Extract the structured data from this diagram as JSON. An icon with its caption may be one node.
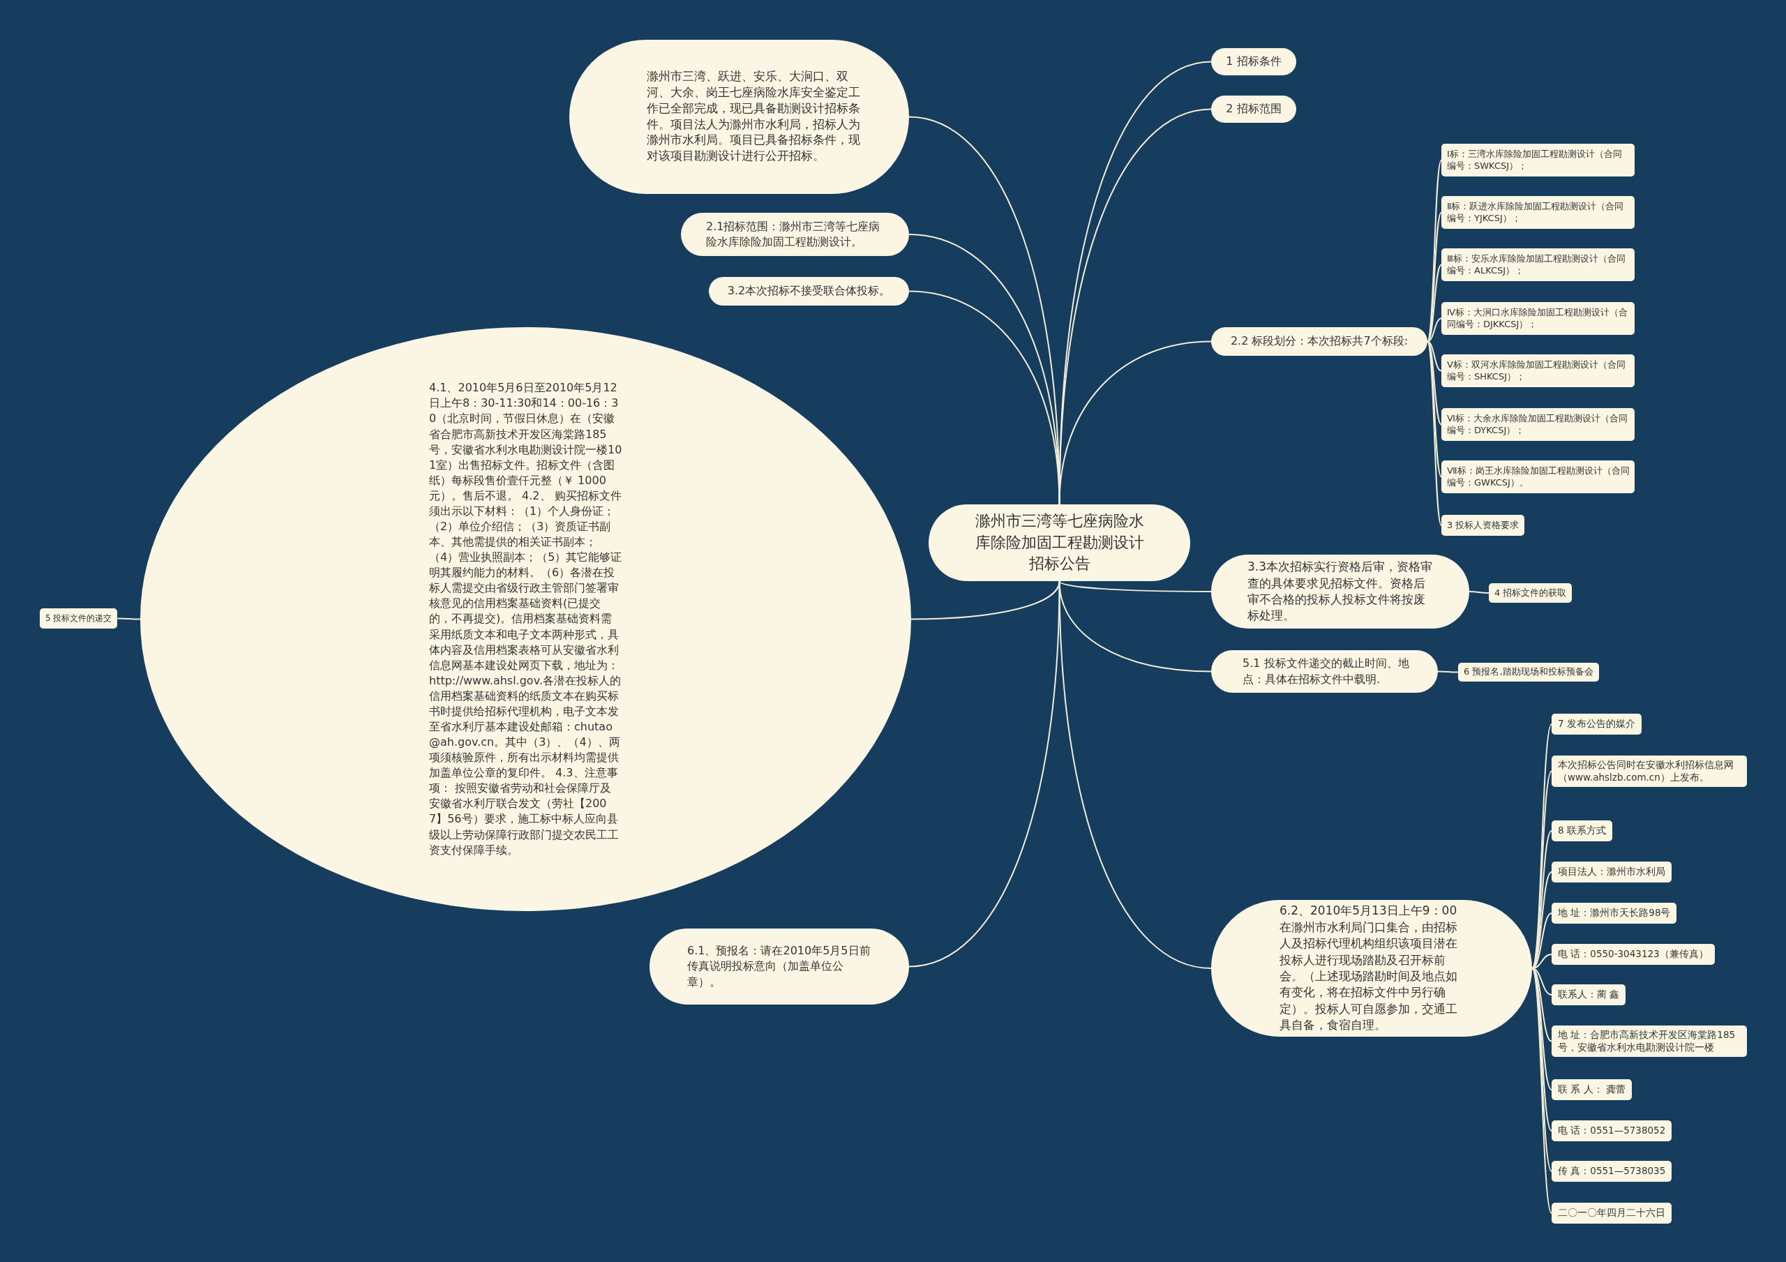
{
  "diagram": {
    "nodes": [
      {
        "text": [
          "滁州市三湾等七座病险水库除险加固工程勘测设计招标公告"
        ]
      },
      {
        "text": [
          "滁州市三湾、跃进、安乐、大涧口、双河、大余、岗王七座病险水库安全鉴定工作已全部完成，现已具备勘测设计招标条件。项目法人为滁州市水利局，招标人为滁州市水利局。项目已具备招标条件，现对该项目勘测设计进行公开招标。"
        ]
      },
      {
        "text": [
          "2.1招标范围：滁州市三湾等七座病险水库除险加固工程勘测设计。"
        ]
      },
      {
        "text": [
          "3.2本次招标不接受联合体投标。"
        ]
      },
      {
        "text": [
          "4.1、2010年5月6日至2010年5月12日上午8：30-11:30和14：00-16：30（北京时间，节假日休息）在（安徽省合肥市高新技术开发区海棠路185号，安徽省水利水电勘测设计院一楼101室）出售招标文件。招标文件（含图纸）每标段售价壹仟元整（￥ 1000元）。售后不退。 4.2、 购买招标文件须出示以下材料：（1）个人身份证；（2）单位介绍信；（3）资质证书副本、其他需提供的相关证书副本；（4）营业执照副本；（5）其它能够证明其履约能力的材料。（6）各潜在投标人需提交由省级行政主管部门签署审核意见的信用档案基础资料(已提交的，不再提交)。信用档案基础资料需采用纸质文本和电子文本两种形式，具体内容及信用档案表格可从安徽省水利信息网基本建设处网页下载，地址为：http://www.ahsl.gov.各潜在投标人的信用档案基础资料的纸质文本在购买标书时提供给招标代理机构，电子文本发至省水利厅基本建设处邮箱：chutao@ah.gov.cn。其中（3）、（4）、两项须核验原件，所有出示材料均需提供加盖单位公章的复印件。 4.3、注意事项： 按照安徽省劳动和社会保障厅及安徽省水利厅联合发文（劳社【2007】56号）要求，施工标中标人应向县级以上劳动保障行政部门提交农民工工资支付保障手续。"
        ]
      },
      {
        "text": [
          "5 投标文件的递交"
        ]
      },
      {
        "text": [
          "6.1、预报名：请在2010年5月5日前传真说明投标意向（加盖单位公章）。"
        ]
      },
      {
        "text": [
          "1 招标条件"
        ]
      },
      {
        "text": [
          "2 招标范围"
        ]
      },
      {
        "text": [
          "2.2 标段划分：本次招标共7个标段:"
        ]
      },
      {
        "text": [
          "Ⅰ标：三湾水库除险加固工程勘测设计（合同编号：SWKCSJ）；"
        ]
      },
      {
        "text": [
          "Ⅱ标：跃进水库除险加固工程勘测设计（合同编号：YJKCSJ）；"
        ]
      },
      {
        "text": [
          "Ⅲ标：安乐水库除险加固工程勘测设计（合同编号：ALKCSJ）；"
        ]
      },
      {
        "text": [
          "Ⅳ标：大涧口水库除险加固工程勘测设计（合同编号：DJKKCSJ）；"
        ]
      },
      {
        "text": [
          "Ⅴ标：双河水库除险加固工程勘测设计（合同编号：SHKCSJ）；"
        ]
      },
      {
        "text": [
          "Ⅵ标：大余水库除险加固工程勘测设计（合同编号：DYKCSJ）；"
        ]
      },
      {
        "text": [
          "Ⅶ标：岗王水库除险加固工程勘测设计（合同编号：GWKCSJ）。"
        ]
      },
      {
        "text": [
          "3 投标人资格要求"
        ]
      },
      {
        "text": [
          "3.3本次招标实行资格后审，资格审查的具体要求见招标文件。资格后审不合格的投标人投标文件将按废标处理。"
        ]
      },
      {
        "text": [
          "4 招标文件的获取"
        ]
      },
      {
        "text": [
          "5.1 投标文件递交的截止时间、地点：具体在招标文件中载明."
        ]
      },
      {
        "text": [
          "6 预报名,踏勘现场和投标预备会"
        ]
      },
      {
        "text": [
          "6.2、2010年5月13日上午9：00在滁州市水利局门口集合，由招标人及招标代理机构组织该项目潜在投标人进行现场踏勘及召开标前会。（上述现场踏勘时间及地点如有变化，将在招标文件中另行确定）。投标人可自愿参加，交通工具自备，食宿自理。"
        ]
      },
      {
        "text": [
          "7 发布公告的媒介"
        ]
      },
      {
        "text": [
          "本次招标公告同时在安徽水利招标信息网（www.ahslzb.com.cn）上发布。"
        ]
      },
      {
        "text": [
          "8 联系方式"
        ]
      },
      {
        "text": [
          "项目法人：滁州市水利局"
        ]
      },
      {
        "text": [
          "地 址：滁州市天长路98号"
        ]
      },
      {
        "text": [
          "电 话：0550-3043123（兼传真）"
        ]
      },
      {
        "text": [
          "联系人：蔺 鑫"
        ]
      },
      {
        "text": [
          "地 址：合肥市高新技术开发区海棠路185号，安徽省水利水电勘测设计院一楼"
        ]
      },
      {
        "text": [
          "联 系 人： 龚蕾"
        ]
      },
      {
        "text": [
          "电 话：0551—5738052"
        ]
      },
      {
        "text": [
          "传 真：0551—5738035"
        ]
      },
      {
        "text": [
          "二〇一〇年四月二十六日"
        ]
      }
    ],
    "edges": [
      {
        "from": 0,
        "to": 1,
        "arrow": "none"
      },
      {
        "from": 0,
        "to": 2,
        "arrow": "none"
      },
      {
        "from": 0,
        "to": 3,
        "arrow": "none"
      },
      {
        "from": 0,
        "to": 4,
        "arrow": "none"
      },
      {
        "from": 4,
        "to": 5,
        "arrow": "none"
      },
      {
        "from": 0,
        "to": 6,
        "arrow": "none"
      },
      {
        "from": 0,
        "to": 7,
        "arrow": "none"
      },
      {
        "from": 0,
        "to": 8,
        "arrow": "none"
      },
      {
        "from": 0,
        "to": 9,
        "arrow": "none"
      },
      {
        "from": 9,
        "to": 10,
        "arrow": "none"
      },
      {
        "from": 9,
        "to": 11,
        "arrow": "none"
      },
      {
        "from": 9,
        "to": 12,
        "arrow": "none"
      },
      {
        "from": 9,
        "to": 13,
        "arrow": "none"
      },
      {
        "from": 9,
        "to": 14,
        "arrow": "none"
      },
      {
        "from": 9,
        "to": 15,
        "arrow": "none"
      },
      {
        "from": 9,
        "to": 16,
        "arrow": "none"
      },
      {
        "from": 9,
        "to": 17,
        "arrow": "none"
      },
      {
        "from": 0,
        "to": 18,
        "arrow": "none"
      },
      {
        "from": 18,
        "to": 19,
        "arrow": "none"
      },
      {
        "from": 0,
        "to": 20,
        "arrow": "none"
      },
      {
        "from": 20,
        "to": 21,
        "arrow": "none"
      },
      {
        "from": 0,
        "to": 22,
        "arrow": "none"
      },
      {
        "from": 22,
        "to": 23,
        "arrow": "none"
      },
      {
        "from": 22,
        "to": 24,
        "arrow": "none"
      },
      {
        "from": 22,
        "to": 25,
        "arrow": "none"
      },
      {
        "from": 22,
        "to": 26,
        "arrow": "none"
      },
      {
        "from": 22,
        "to": 27,
        "arrow": "none"
      },
      {
        "from": 22,
        "to": 28,
        "arrow": "none"
      },
      {
        "from": 22,
        "to": 29,
        "arrow": "none"
      },
      {
        "from": 22,
        "to": 30,
        "arrow": "none"
      },
      {
        "from": 22,
        "to": 31,
        "arrow": "none"
      },
      {
        "from": 22,
        "to": 32,
        "arrow": "none"
      },
      {
        "from": 22,
        "to": 33,
        "arrow": "none"
      },
      {
        "from": 22,
        "to": 34,
        "arrow": "none"
      }
    ]
  }
}
